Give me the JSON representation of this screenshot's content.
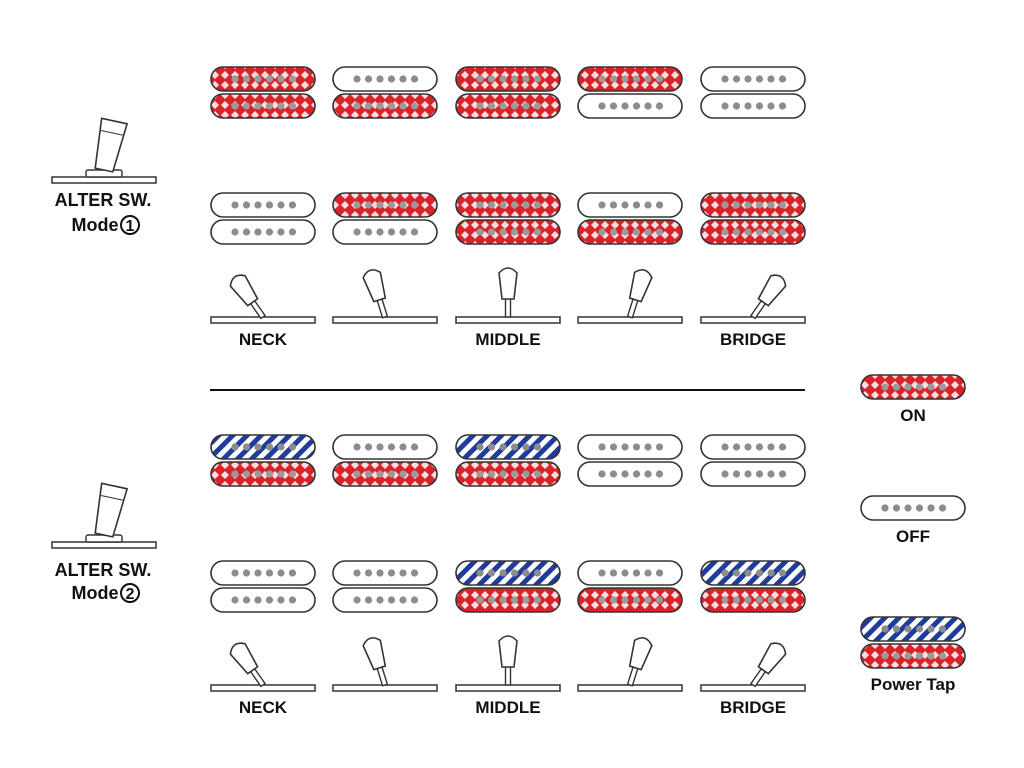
{
  "colors": {
    "on_red": "#d8232a",
    "tap_blue": "#1f3b9c",
    "off_fill": "#ffffff",
    "pole_gray": "#8c8c8c",
    "outline": "#333333"
  },
  "sections": [
    {
      "mode_title": "ALTER SW.",
      "mode_label": "Mode",
      "mode_number": "1",
      "positions": [
        {
          "top": "on",
          "bottom": "on",
          "label": "NECK",
          "lever": -1
        },
        {
          "top": "off",
          "bottom": "on",
          "label": "",
          "lever": -0.5
        },
        {
          "top": "on",
          "bottom": "on",
          "label": "MIDDLE",
          "lever": 0
        },
        {
          "top": "on",
          "bottom": "off",
          "label": "",
          "lever": 0.5
        },
        {
          "top": "off",
          "bottom": "off",
          "label": "BRIDGE",
          "lever": 1
        }
      ],
      "positions_row2": [
        {
          "top": "off",
          "bottom": "off"
        },
        {
          "top": "on",
          "bottom": "off"
        },
        {
          "top": "on",
          "bottom": "on"
        },
        {
          "top": "off",
          "bottom": "on"
        },
        {
          "top": "on",
          "bottom": "on"
        }
      ]
    },
    {
      "mode_title": "ALTER SW.",
      "mode_label": "Mode",
      "mode_number": "2",
      "positions": [
        {
          "top": "tap",
          "bottom": "on",
          "label": "NECK",
          "lever": -1
        },
        {
          "top": "off",
          "bottom": "on",
          "label": "",
          "lever": -0.5
        },
        {
          "top": "tap",
          "bottom": "on",
          "label": "MIDDLE",
          "lever": 0
        },
        {
          "top": "off",
          "bottom": "off",
          "label": "",
          "lever": 0.5
        },
        {
          "top": "off",
          "bottom": "off",
          "label": "BRIDGE",
          "lever": 1
        }
      ],
      "positions_row2": [
        {
          "top": "off",
          "bottom": "off"
        },
        {
          "top": "off",
          "bottom": "off"
        },
        {
          "top": "tap",
          "bottom": "on"
        },
        {
          "top": "off",
          "bottom": "on"
        },
        {
          "top": "tap",
          "bottom": "on"
        }
      ]
    }
  ],
  "legend": [
    {
      "state": "on",
      "label": "ON"
    },
    {
      "state": "off",
      "label": "OFF"
    },
    {
      "state": "powertap",
      "label": "Power Tap"
    }
  ]
}
